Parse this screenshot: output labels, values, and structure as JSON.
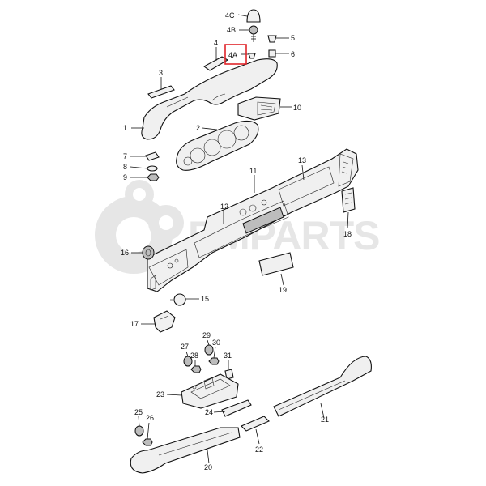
{
  "watermark": {
    "text": "RMPARTS",
    "color": "#e6e6e6"
  },
  "highlight": {
    "label": "4A",
    "color": "#e0242a"
  },
  "callouts": {
    "c1": "1",
    "c2": "2",
    "c3": "3",
    "c4": "4",
    "c4A": "4A",
    "c4B": "4B",
    "c4C": "4C",
    "c5": "5",
    "c6": "6",
    "c7": "7",
    "c8": "8",
    "c9": "9",
    "c10": "10",
    "c11": "11",
    "c12": "12",
    "c13": "13",
    "c15": "15",
    "c16": "16",
    "c17": "17",
    "c18": "18",
    "c19": "19",
    "c20": "20",
    "c21": "21",
    "c22": "22",
    "c23": "23",
    "c24": "24",
    "c25": "25",
    "c26": "26",
    "c27": "27",
    "c28": "28",
    "c29": "29",
    "c30": "30",
    "c31": "31"
  }
}
